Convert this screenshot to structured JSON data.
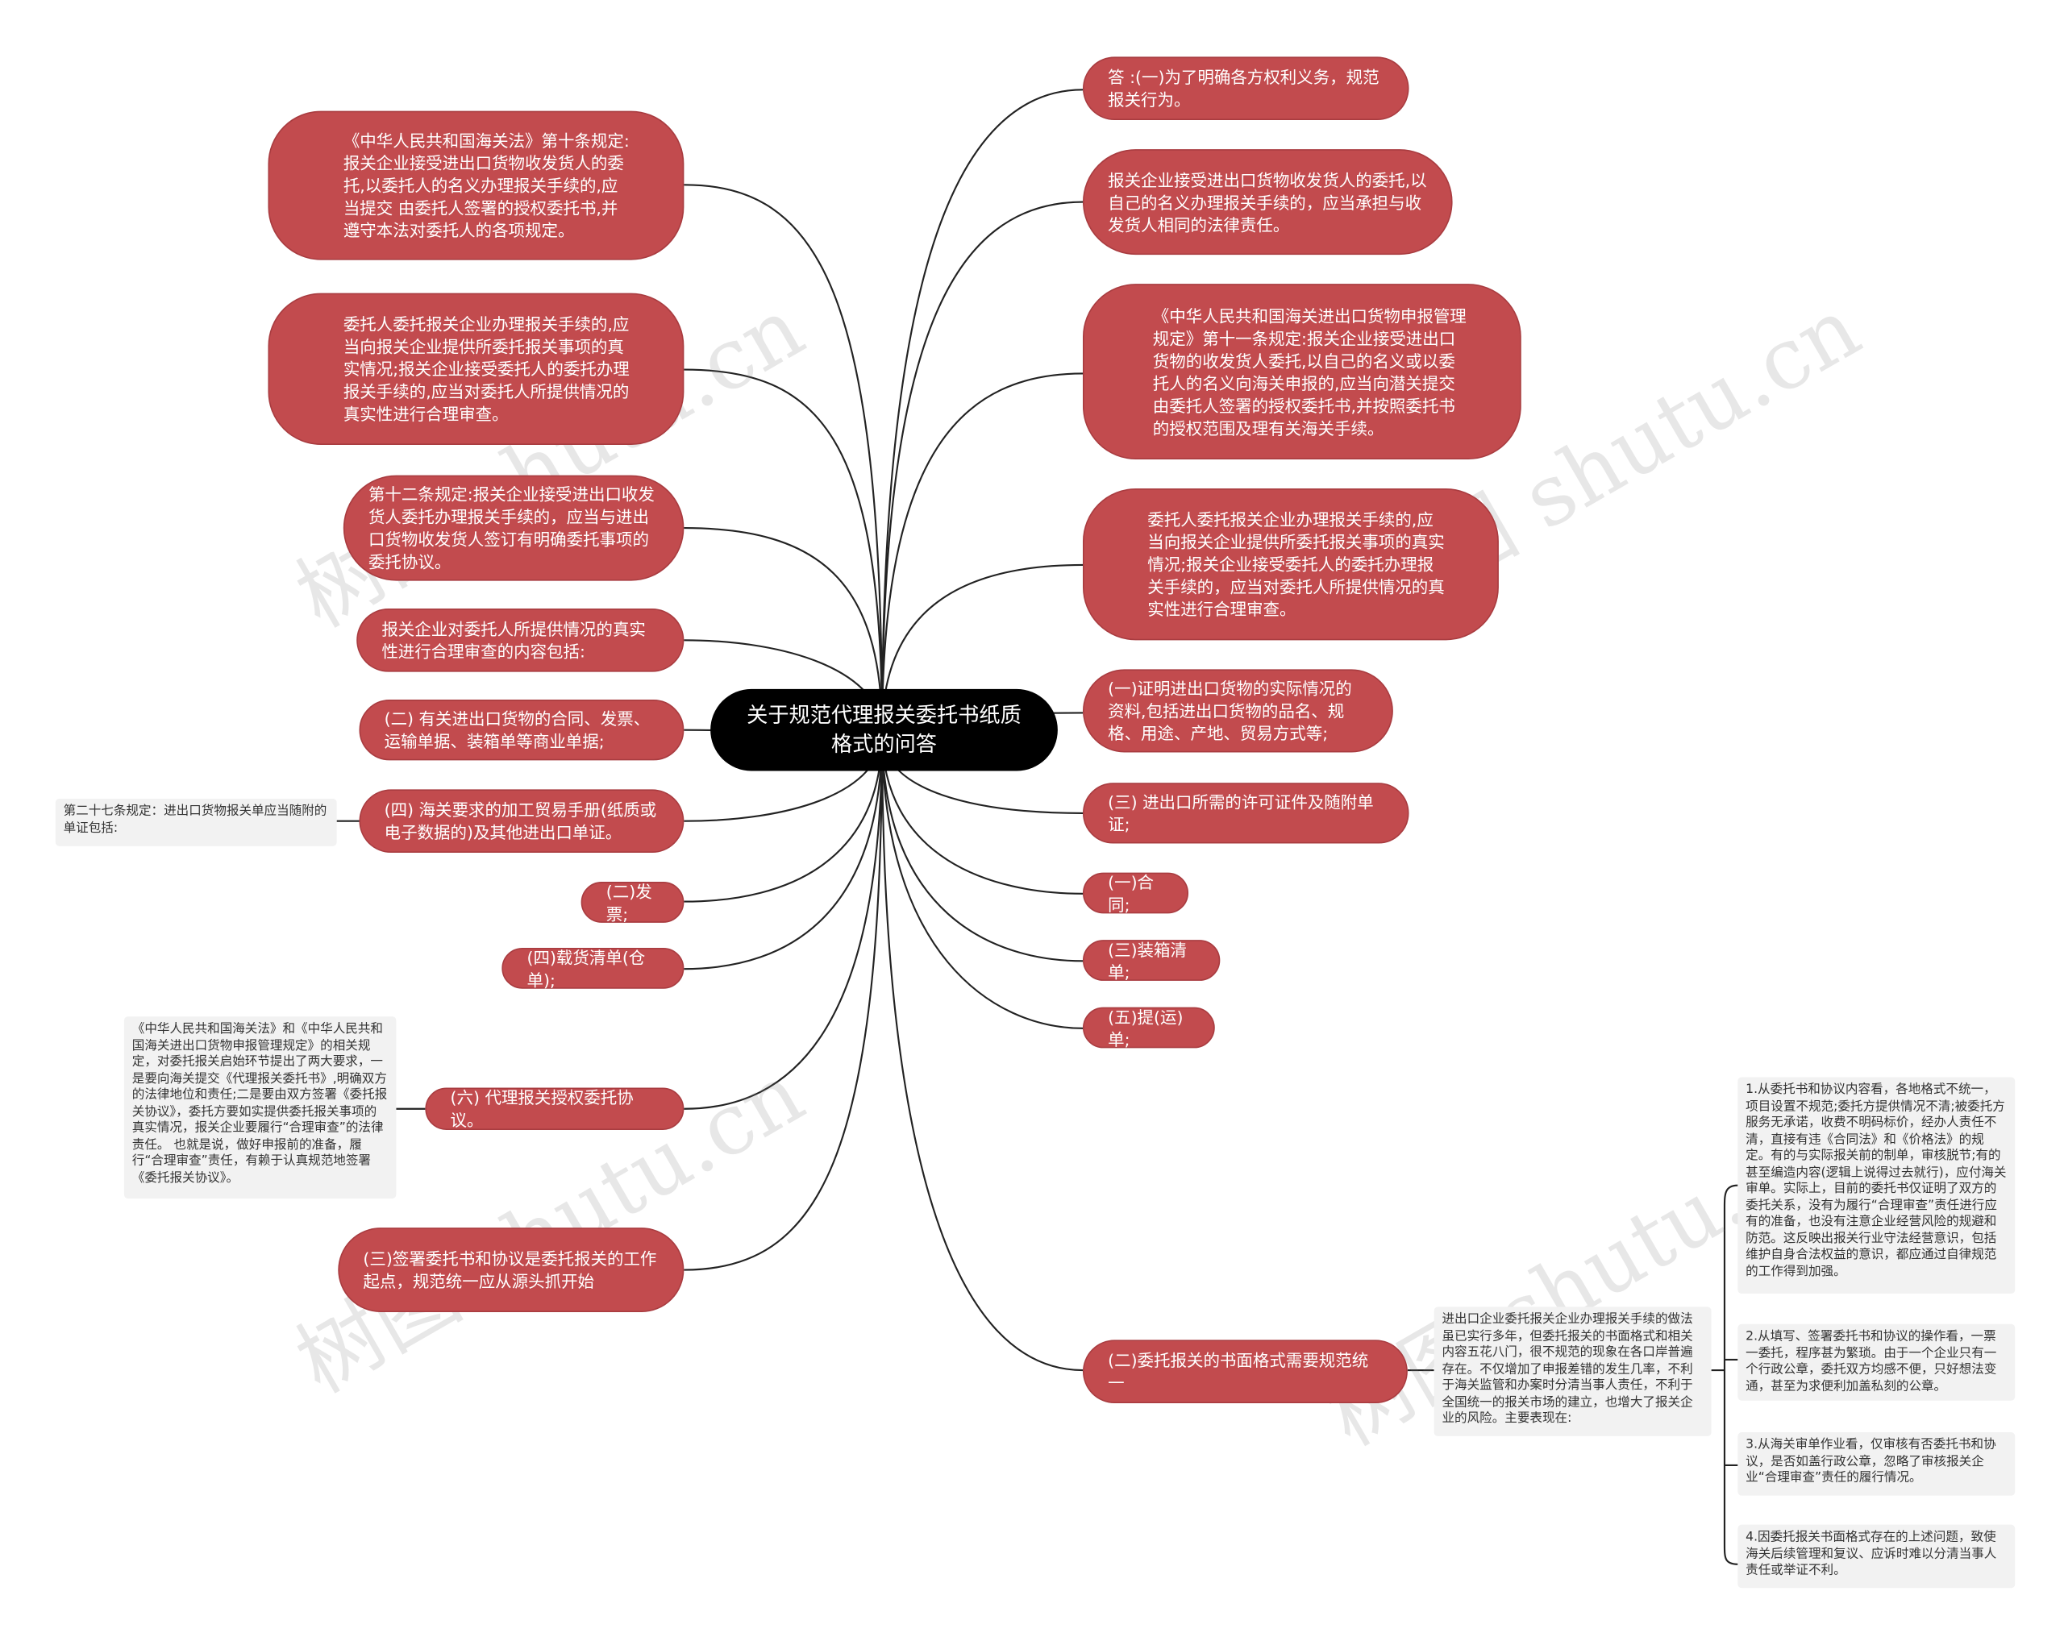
{
  "center": {
    "title": "关于规范代理报关委托书纸质格式的问答"
  },
  "watermark": "树图 shutu.cn",
  "colors": {
    "node_fill": "#c24b4e",
    "center_fill": "#000000",
    "note_fill": "#f2f2f2",
    "line": "#222222"
  },
  "right_nodes": [
    "答 :(一)为了明确各方权利义务，规范报关行为。",
    "报关企业接受进出口货物收发货人的委托,以自己的名义办理报关手续的，应当承担与收发货人相同的法律责任。",
    "《中华人民共和国海关进出口货物申报管理规定》第十一条规定:报关企业接受进出口货物的收发货人委托,以自己的名义或以委托人的名义向海关申报的,应当向潜关提交由委托人签署的授权委托书,并按照委托书的授权范围及理有关海关手续。",
    "委托人委托报关企业办理报关手续的,应当向报关企业提供所委托报关事项的真实情况;报关企业接受委托人的委托办理报关手续的，应当对委托人所提供情况的真实性进行合理审查。",
    "(一)证明进出口货物的实际情况的资料,包括进出口货物的品名、规格、用途、产地、贸易方式等;",
    "(三) 进出口所需的许可证件及随附单证;",
    "(一)合同;",
    "(三)装箱清单;",
    "(五)提(运)单;",
    "(二)委托报关的书面格式需要规范统一"
  ],
  "left_nodes": [
    "《中华人民共和国海关法》第十条规定:报关企业接受进出口货物收发货人的委托,以委托人的名义办理报关手续的,应当提交 由委托人签署的授权委托书,并遵守本法对委托人的各项规定。",
    "委托人委托报关企业办理报关手续的,应当向报关企业提供所委托报关事项的真实情况;报关企业接受委托人的委托办理报关手续的,应当对委托人所提供情况的真实性进行合理审查。",
    "第十二条规定:报关企业接受进出口收发货人委托办理报关手续的，应当与进出口货物收发货人签订有明确委托事项的委托协议。",
    "报关企业对委托人所提供情况的真实性进行合理审查的内容包括:",
    "(二) 有关进出口货物的合同、发票、运输单据、装箱单等商业单据;",
    "(四) 海关要求的加工贸易手册(纸质或电子数据的)及其他进出口单证。",
    "(二)发票;",
    "(四)载货清单(仓单);",
    "(六) 代理报关授权委托协议。",
    "(三)签署委托书和协议是委托报关的工作起点，规范统一应从源头抓开始"
  ],
  "notes": {
    "rule27": "第二十七条规定：进出口货物报关单应当随附的单证包括:",
    "agreement": "《中华人民共和国海关法》和《中华人民共和国海关进出口货物申报管理规定》的相关规定，对委托报关启始环节提出了两大要求，一是要向海关提交《代理报关委托书》,明确双方的法律地位和责任;二是要由双方签署《委托报关协议》，委托方要如实提供委托报关事项的真实情况，报关企业要履行“合理审查”的法律责任。 也就是说，做好申报前的准备，履行“合理审查”责任，有赖于认真规范地签署《委托报关协议》。",
    "practice": "进出口企业委托报关企业办理报关手续的做法虽已实行多年，但委托报关的书面格式和相关内容五花八门，很不规范的现象在各口岸普遍存在。不仅增加了申报差错的发生几率，不利于海关监管和办案时分清当事人责任，不利于全国统一的报关市场的建立，也增大了报关企业的风险。主要表现在:",
    "issue1": "1.从委托书和协议内容看，各地格式不统一，项目设置不规范;委托方提供情况不清;被委托方服务无承诺，收费不明码标价，经办人责任不清，直接有违《合同法》和《价格法》的规定。有的与实际报关前的制单，审核脱节;有的甚至编造内容(逻辑上说得过去就行)，应付海关审单。实际上，目前的委托书仅证明了双方的委托关系，没有为履行“合理审查”责任进行应有的准备，也没有注意企业经营风险的规避和防范。这反映出报关行业守法经营意识，包括维护自身合法权益的意识，都应通过自律规范的工作得到加强。",
    "issue2": "2.从填写、签署委托书和协议的操作看，一票一委托，程序甚为繁琐。由于一个企业只有一个行政公章，委托双方均感不便，只好想法变通，甚至为求便利加盖私刻的公章。",
    "issue3": "3.从海关审单作业看，仅审核有否委托书和协议，是否如盖行政公章，忽略了审核报关企业“合理审查”责任的履行情况。",
    "issue4": "4.因委托报关书面格式存在的上述问题，致使海关后续管理和复议、应诉时难以分清当事人责任或举证不利。"
  }
}
